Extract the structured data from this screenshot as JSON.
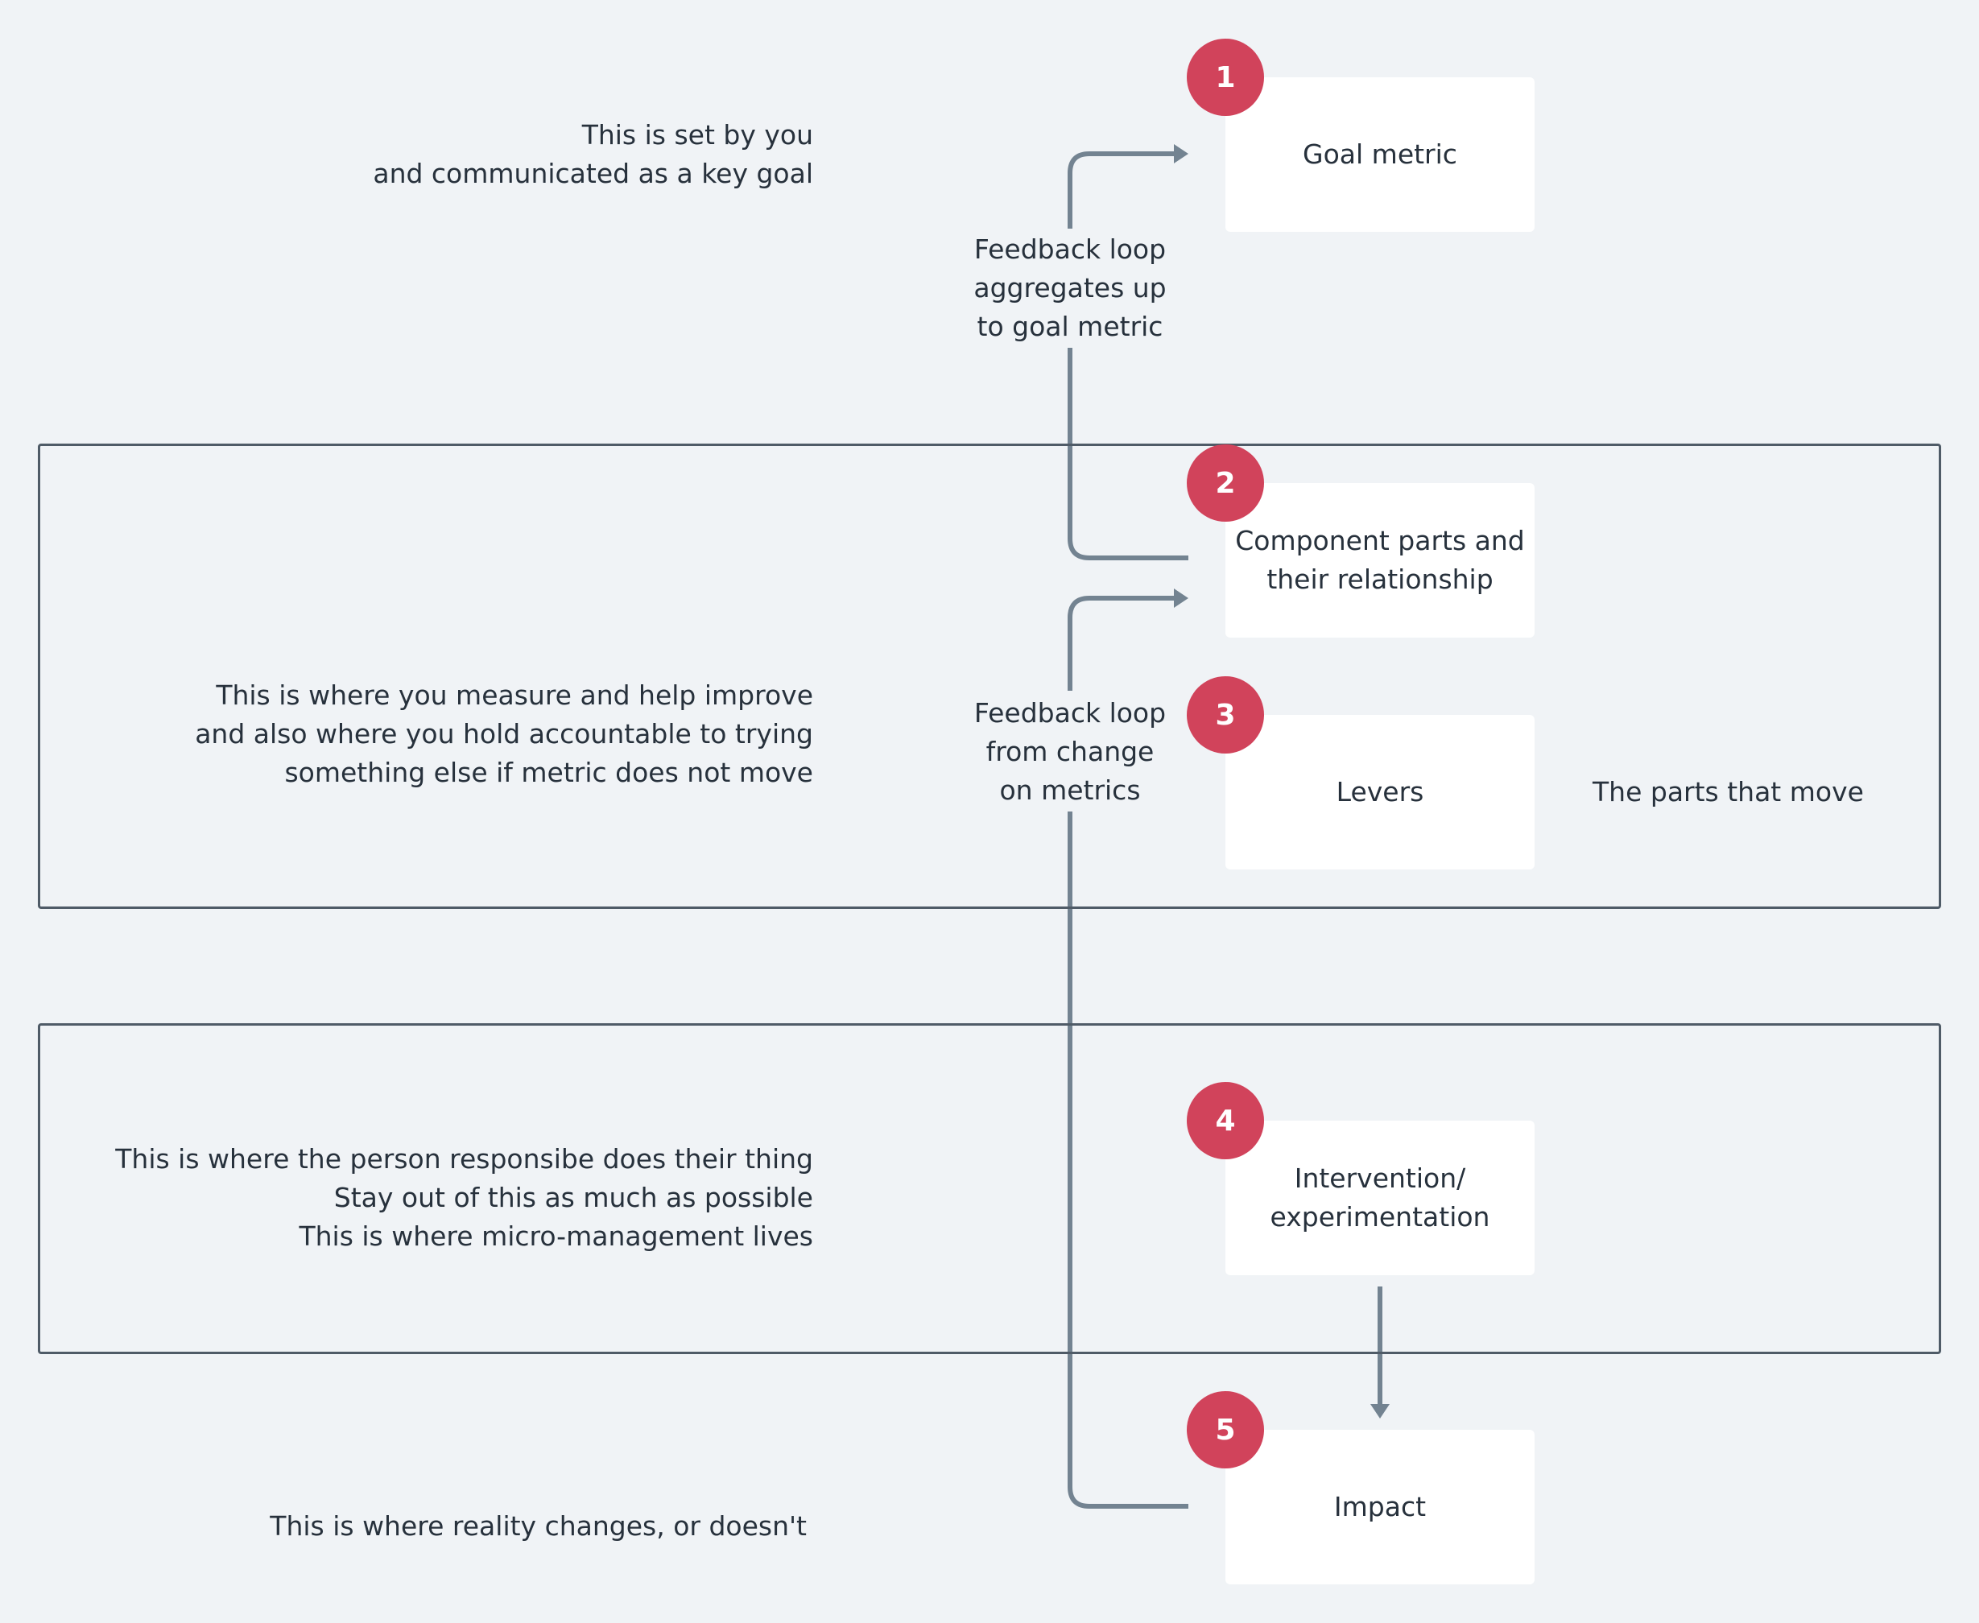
{
  "nodes": [
    {
      "id": "goal",
      "number": "1",
      "label": "Goal metric"
    },
    {
      "id": "components",
      "number": "2",
      "label": "Component parts and\ntheir relationship"
    },
    {
      "id": "levers",
      "number": "3",
      "label": "Levers"
    },
    {
      "id": "intervention",
      "number": "4",
      "label": "Intervention/\nexperimentation"
    },
    {
      "id": "impact",
      "number": "5",
      "label": "Impact"
    }
  ],
  "notes": {
    "goal": "This is set by you\nand communicated as a key goal",
    "measure": "This is where you measure and help improve\nand also where you hold accountable to trying\nsomething else if metric does not move",
    "responsible": "This is where the person responsibe does their thing\nStay out of this as much as possible\nThis is where micro-management lives",
    "reality": "This is where reality changes, or doesn't",
    "levers_side": "The parts that move"
  },
  "feedback_loops": {
    "aggregate": "Feedback loop\naggregates up\nto goal metric",
    "change": "Feedback loop\nfrom change\non metrics"
  },
  "colors": {
    "background": "#f0f3f6",
    "badge": "#d1435b",
    "connector": "#738391",
    "group_border": "#4f5b67"
  }
}
